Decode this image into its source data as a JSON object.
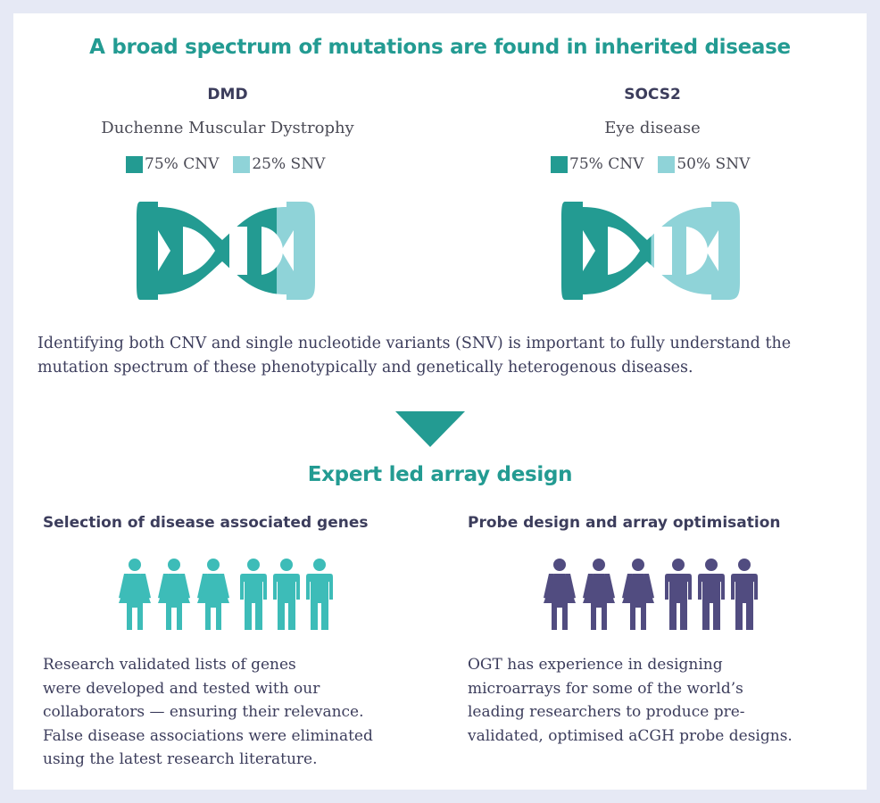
{
  "title": "A broad spectrum of mutations are found in inherited disease",
  "genes": [
    {
      "code": "DMD",
      "disease": "Duchenne Muscular Dystrophy",
      "legend": {
        "cnv": "75% CNV",
        "snv": "25% SNV"
      },
      "cnv_fraction": 0.75
    },
    {
      "code": "SOCS2",
      "disease": "Eye disease",
      "legend": {
        "cnv": "75% CNV",
        "snv": "50% SNV"
      },
      "cnv_fraction": 0.5
    }
  ],
  "paragraph": "Identifying both CNV and single nucleotide variants (SNV) is important to fully understand the mutation spectrum of these phenotypically and genetically heterogenous diseases.",
  "section_title": "Expert led array design",
  "columns": [
    {
      "title": "Selection of disease associated genes",
      "lines": [
        "Research validated lists of genes",
        "were developed and tested with our",
        "collaborators — ensuring their relevance.",
        "False disease associations were eliminated",
        "using the latest research literature."
      ],
      "people_icon": "people-group-icon"
    },
    {
      "title": "Probe design and array optimisation",
      "lines": [
        "OGT has experience in designing",
        "microarrays for some of the world’s",
        "leading researchers to produce pre-",
        "validated, optimised aCGH probe designs."
      ],
      "people_icon": "people-group-icon"
    }
  ],
  "colors": {
    "cnv": "#239b92",
    "snv": "#8fd3d8",
    "people_left": "#3dbcb8",
    "people_right": "#514c80",
    "arrow": "#239b92",
    "heading": "#239b92",
    "border": "#e6e9f5"
  }
}
